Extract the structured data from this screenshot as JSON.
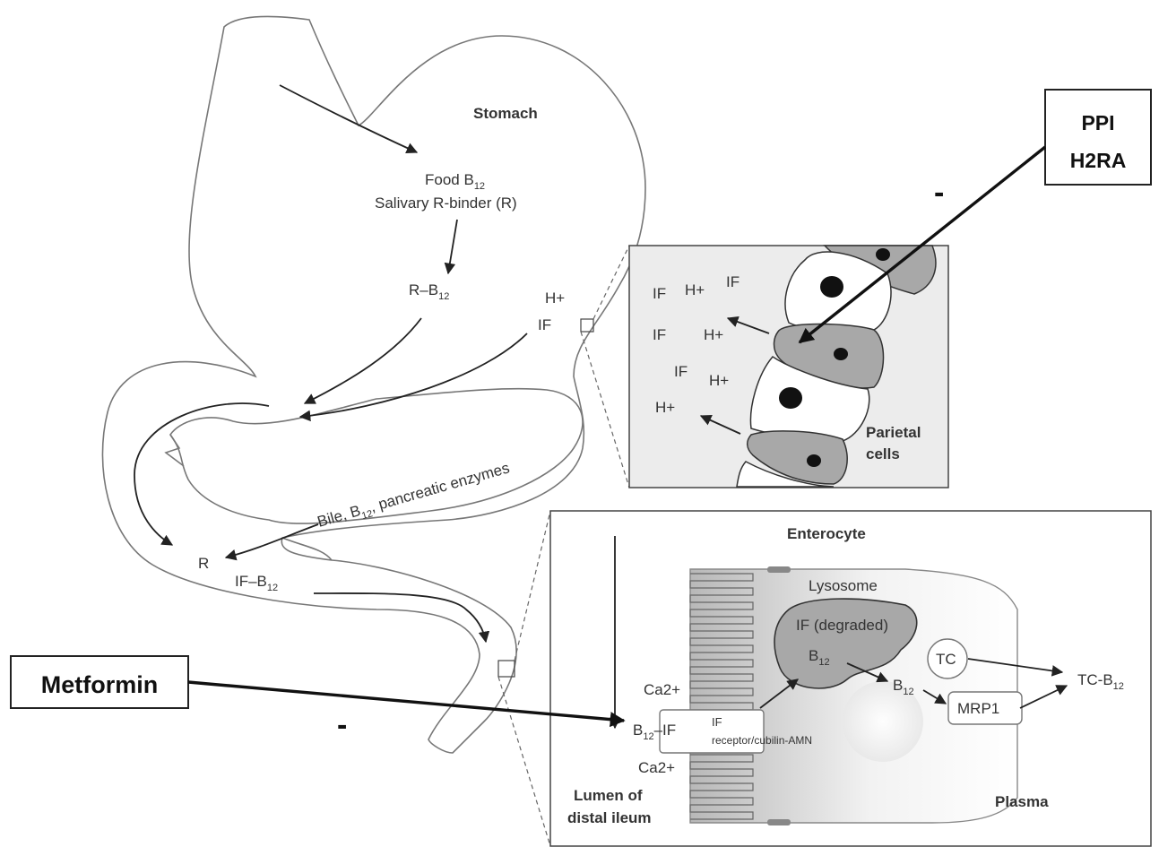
{
  "stomach": {
    "title": "Stomach",
    "food_b12": "Food B",
    "salivary": "Salivary R-binder (R)",
    "r_b12": "R–B",
    "h_plus": "H+",
    "if": "IF",
    "bile": "Bile, B",
    "pancreatic": ", pancreatic enzymes",
    "r": "R",
    "if_b12": "IF–B",
    "sub12": "12"
  },
  "parietal": {
    "labels": [
      "IF",
      "H+",
      "IF",
      "IF",
      "H+",
      "IF",
      "H+",
      "H+"
    ],
    "caption_line1": "Parietal",
    "caption_line2": "cells"
  },
  "enterocyte": {
    "title": "Enterocyte",
    "lysosome": "Lysosome",
    "if_degraded": "IF (degraded)",
    "b12": "B",
    "b12_free": "B",
    "tc": "TC",
    "tc_b12": "TC-B",
    "mrp1": "MRP1",
    "ca_top": "Ca2+",
    "ca_bottom": "Ca2+",
    "b12_if": "B",
    "b12_if_suffix": "–IF",
    "receptor_line1": "IF",
    "receptor_line2": "receptor/cubilin-AMN",
    "lumen_line1": "Lumen of",
    "lumen_line2": "distal ileum",
    "plasma": "Plasma",
    "sub12": "12"
  },
  "drugs": {
    "ppi": "PPI",
    "h2ra": "H2RA",
    "metformin": "Metformin",
    "minus_top": "-",
    "minus_bottom": "-"
  },
  "colors": {
    "outline": "#777777",
    "arrow": "#222222",
    "cell_gray": "#a8a8a8",
    "panel_bg": "#ececec"
  }
}
